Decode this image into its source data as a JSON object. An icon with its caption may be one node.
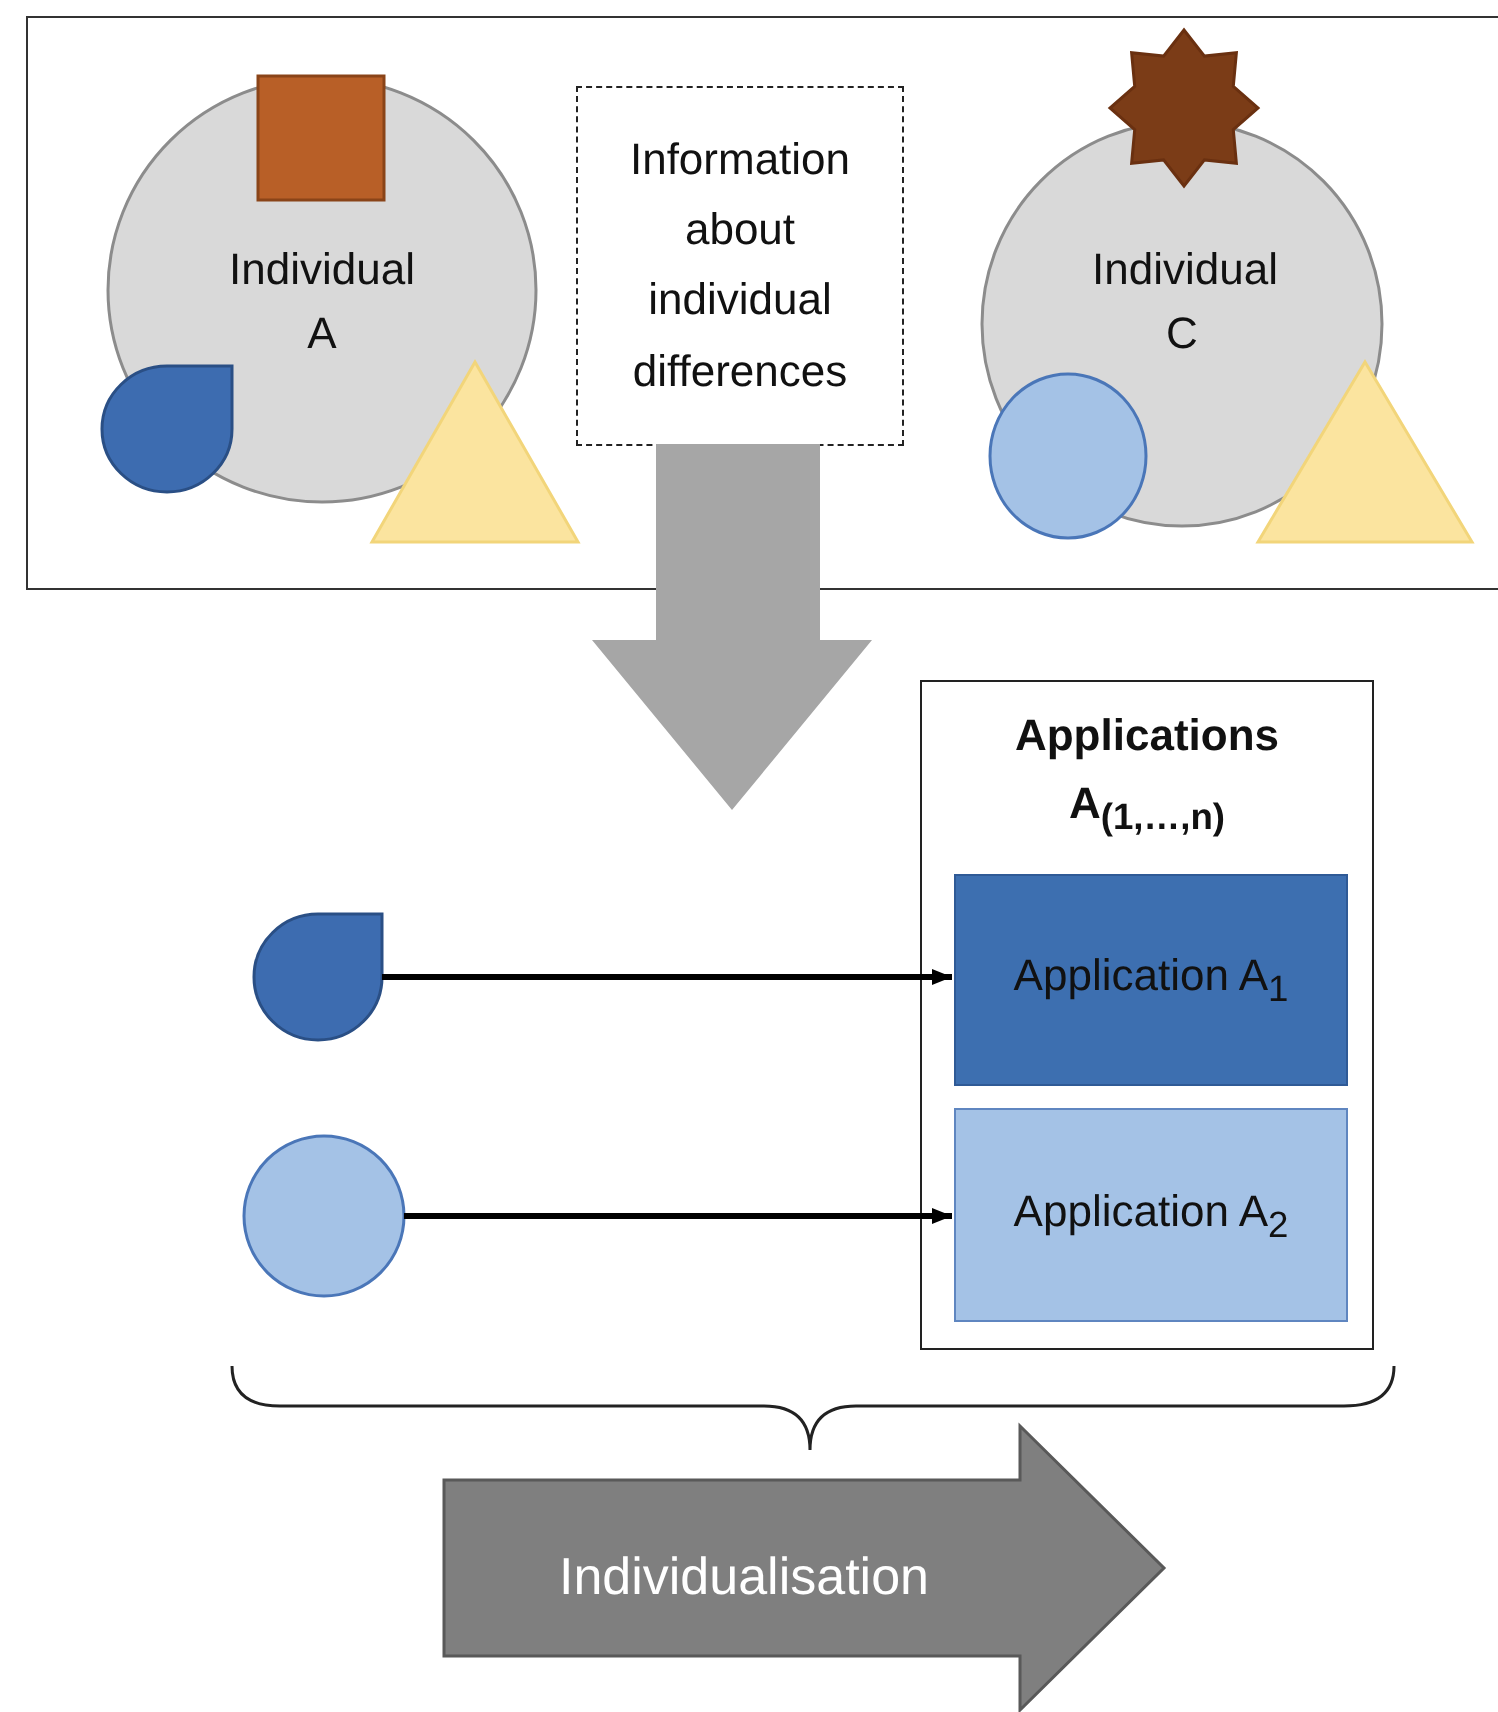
{
  "diagram": {
    "nodes": [
      {
        "text": [],
        "shape": "box"
      },
      {
        "text": [
          "Individual A"
        ],
        "in": 0
      },
      {
        "text": [],
        "shape": "box",
        "in": 1
      },
      {
        "text": [],
        "shape": "drop",
        "in": 1
      },
      {
        "text": [],
        "shape": "triangle",
        "in": 0
      },
      {
        "text": [
          "Information about individual differences"
        ],
        "in": 0
      },
      {
        "text": [
          "Individual C"
        ],
        "in": 0
      },
      {
        "text": [],
        "shape": "star",
        "in": 0
      },
      {
        "text": [],
        "shape": "circle",
        "in": 0
      },
      {
        "text": [],
        "shape": "triangle",
        "in": 0
      },
      {
        "text": [],
        "shape": "drop"
      },
      {
        "text": [],
        "shape": "circle"
      },
      {
        "text": [
          "Applications A$_{(1,…,n)}$"
        ]
      },
      {
        "text": [
          "Application A$_{1}$"
        ],
        "in": 12
      },
      {
        "text": [
          "Application A$_{2}$"
        ],
        "in": 12
      },
      {
        "text": [
          "Individualisation"
        ]
      }
    ],
    "edges": [
      {
        "from": 5,
        "to": null,
        "arrow": "to",
        "style": "thick",
        "color": "#a6a6a6"
      },
      {
        "from": 10,
        "to": 13,
        "arrow": "to"
      },
      {
        "from": 11,
        "to": 14,
        "arrow": "to"
      }
    ]
  }
}
